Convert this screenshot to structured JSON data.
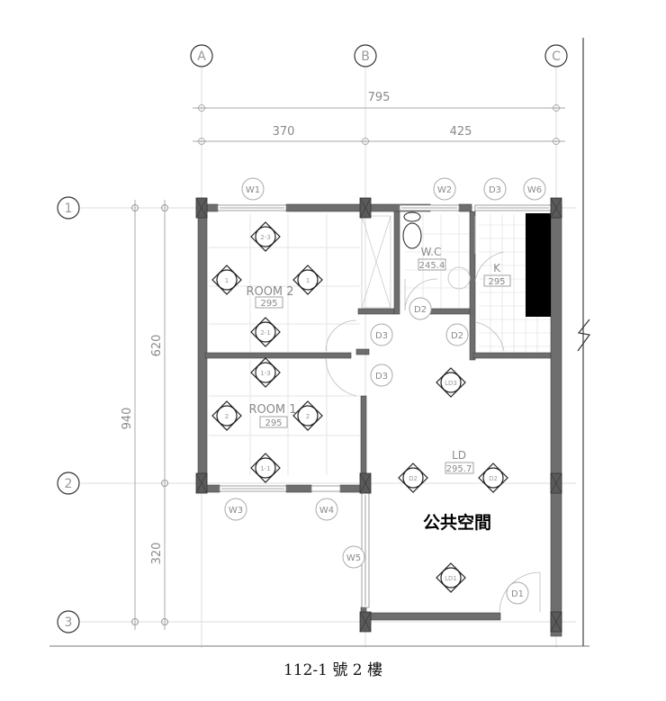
{
  "title": "112-1 號 2 樓",
  "public_space_label": "公共空間",
  "grid": {
    "columns": [
      "A",
      "B",
      "C"
    ],
    "rows": [
      "1",
      "2",
      "3"
    ]
  },
  "dimensions": {
    "horizontal_total": "795",
    "horizontal_a_b": "370",
    "horizontal_b_c": "425",
    "vertical_total": "940",
    "vertical_1_2": "620",
    "vertical_2_3": "320"
  },
  "rooms": [
    {
      "name": "ROOM 2",
      "height": "295"
    },
    {
      "name": "ROOM 1",
      "height": "295"
    },
    {
      "name": "W.C",
      "height": "245.4"
    },
    {
      "name": "K",
      "height": "295"
    },
    {
      "name": "LD",
      "height": "295.7"
    }
  ],
  "tags": {
    "windows": [
      "W1",
      "W2",
      "W3",
      "W4",
      "W5",
      "W6"
    ],
    "doors": [
      "D1",
      "D2",
      "D2",
      "D3",
      "D3",
      "D3"
    ]
  },
  "lights": {
    "room2": [
      "2-3",
      "1",
      "1",
      "2-1"
    ],
    "room1": [
      "1-3",
      "2",
      "2",
      "1-1"
    ],
    "ld": [
      "LD3",
      "D2",
      "D2",
      "LD1"
    ]
  },
  "colors": {
    "wall": "#6e6e6e",
    "column": "#5a5a5a",
    "grid_line": "#c8c8c8",
    "dim_text": "#8a8a8a",
    "counter": "#000000"
  }
}
